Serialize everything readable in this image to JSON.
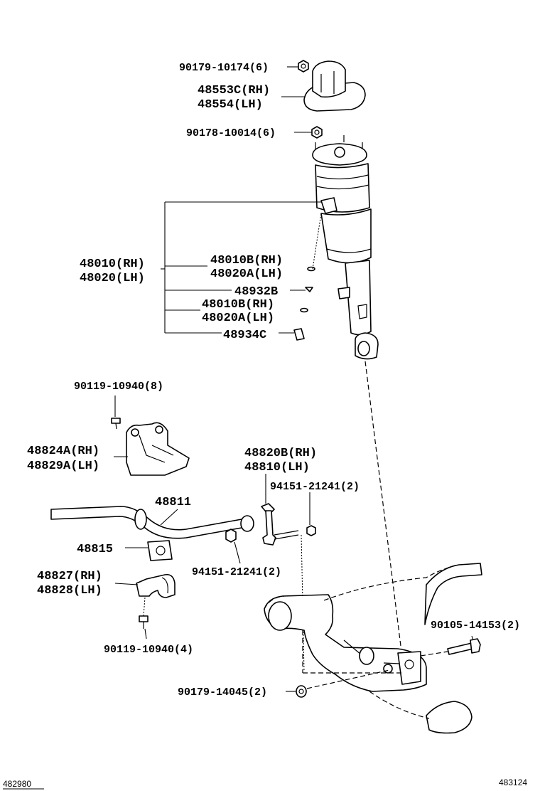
{
  "labels": {
    "nut_top": "90179-10174(6)",
    "cap_rh": "48553C(RH)",
    "cap_lh": "48554(LH)",
    "nut_mid": "90178-10014(6)",
    "assy_rh": "48010(RH)",
    "assy_lh": "48020(LH)",
    "oring1_rh": "48010B(RH)",
    "oring1_lh": "48020A(LH)",
    "clip": "48932B",
    "oring2_rh": "48010B(RH)",
    "oring2_lh": "48020A(LH)",
    "fitting": "48934C",
    "bolt_bracket": "90119-10940(8)",
    "bracket_rh": "48824A(RH)",
    "bracket_lh": "48829A(LH)",
    "link_rh": "48820B(RH)",
    "link_lh": "48810(LH)",
    "nut_link_upper": "94151-21241(2)",
    "stabilizer": "48811",
    "bushing": "48815",
    "nut_link_lower": "94151-21241(2)",
    "clamp_rh": "48827(RH)",
    "clamp_lh": "48828(LH)",
    "bolt_clamp": "90119-10940(4)",
    "bolt_arm": "90105-14153(2)",
    "nut_arm": "90179-14045(2)"
  },
  "footer": {
    "left_code": "482980",
    "right_code": "483124"
  }
}
